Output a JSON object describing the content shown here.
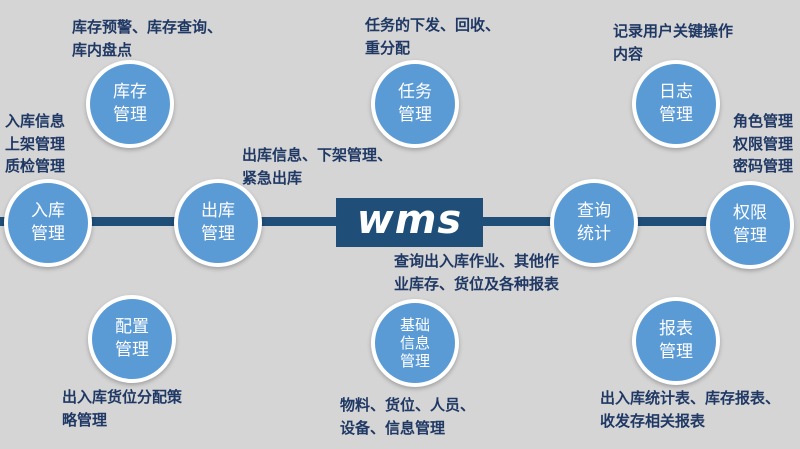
{
  "diagram": {
    "title": "WMS module diagram",
    "center_label": "wms",
    "colors": {
      "background": "#d5d5d5",
      "circle_fill": "#5b9bd5",
      "circle_ring": "#ffffff",
      "connector": "#1f4e79",
      "center_block": "#1f4e79",
      "circle_text": "#ffffff",
      "note_text": "#1f3864"
    },
    "modules": [
      {
        "id": "inventory",
        "label": "库存\n管理",
        "note": "库存预警、库存查询、\n库内盘点"
      },
      {
        "id": "task",
        "label": "任务\n管理",
        "note": "任务的下发、回收、\n重分配"
      },
      {
        "id": "log",
        "label": "日志\n管理",
        "note": "记录用户关键操作\n内容"
      },
      {
        "id": "inbound",
        "label": "入库\n管理",
        "note": "入库信息\n上架管理\n质检管理"
      },
      {
        "id": "outbound",
        "label": "出库\n管理",
        "note": "出库信息、下架管理、\n紧急出库"
      },
      {
        "id": "query",
        "label": "查询\n统计",
        "note": "查询出入库作业、其他作\n业库存、货位及各种报表"
      },
      {
        "id": "permission",
        "label": "权限\n管理",
        "note": "角色管理\n权限管理\n密码管理"
      },
      {
        "id": "config",
        "label": "配置\n管理",
        "note": "出入库货位分配策\n略管理"
      },
      {
        "id": "basic",
        "label": "基础\n信息\n管理",
        "note": "物料、货位、人员、\n设备、信息管理"
      },
      {
        "id": "report",
        "label": "报表\n管理",
        "note": "出入库统计表、库存报表、\n收发存相关报表"
      }
    ]
  }
}
